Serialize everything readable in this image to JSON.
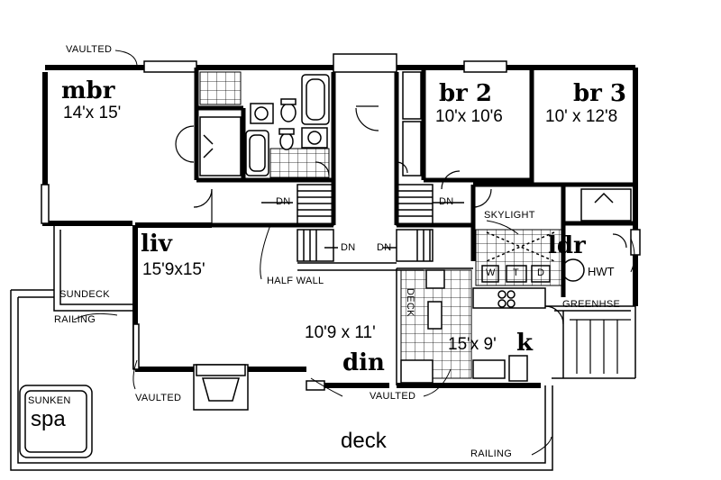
{
  "rooms": {
    "mbr": {
      "name": "mbr",
      "size": "14'x 15'"
    },
    "br2": {
      "name": "br 2",
      "size": "10'x 10'6"
    },
    "br3": {
      "name": "br 3",
      "size": "10' x 12'8"
    },
    "liv": {
      "name": "liv",
      "size": "15'9x15'"
    },
    "din": {
      "name": "din",
      "size": "10'9 x 11'"
    },
    "k": {
      "name": "k",
      "size": "15'x 9'"
    },
    "ldr": {
      "name": "ldr"
    }
  },
  "labels": {
    "vaulted_top": "VAULTED",
    "vaulted_liv": "VAULTED",
    "vaulted_din": "VAULTED",
    "skylight": "SKYLIGHT",
    "hwt": "HWT",
    "greenhse": "GREENHSE",
    "half_wall": "HALF WALL",
    "sundeck": "SUNDECK",
    "railing_left": "RAILING",
    "railing_bottom": "RAILING",
    "deck_small": "DECK",
    "deck_main": "deck",
    "dn_1": "DN",
    "dn_2": "DN",
    "dn_3": "DN",
    "dn_4": "DN",
    "washer": "W",
    "dryer": "D",
    "tub_t": "T",
    "spa_top": "SUNKEN",
    "spa_bottom": "spa"
  },
  "colors": {
    "ink": "#000000",
    "paper": "#ffffff"
  }
}
